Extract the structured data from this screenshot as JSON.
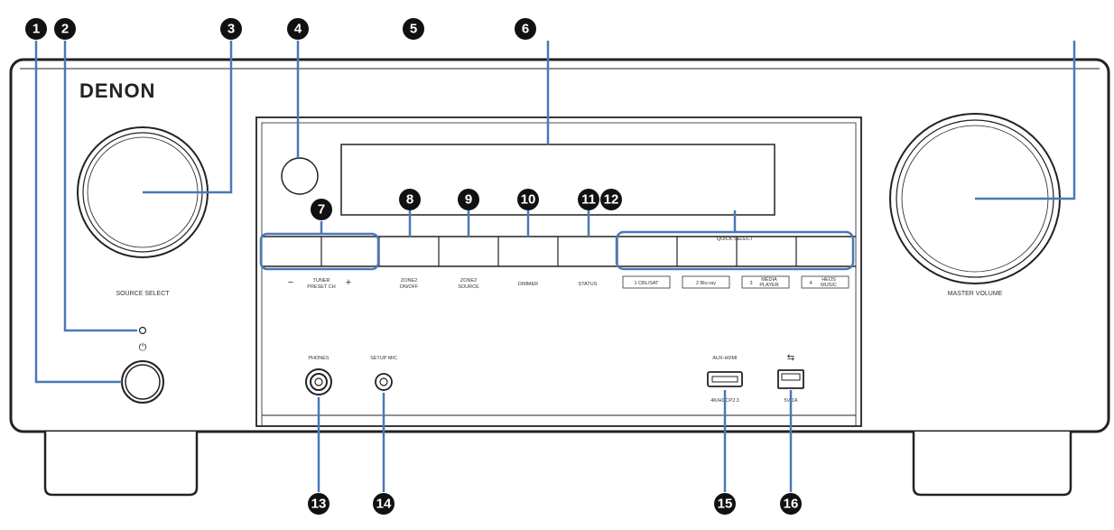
{
  "brand": "DENON",
  "colors": {
    "callout_line": "#4a78b8",
    "callout_badge": "#111111",
    "outline": "#222222"
  },
  "labels": {
    "source_select": "SOURCE SELECT",
    "master_volume": "MASTER VOLUME",
    "tuner_preset": "TUNER",
    "preset_ch": "PRESET CH",
    "minus": "−",
    "plus": "+",
    "zone2_onoff_top": "ZONE2",
    "zone2_onoff_bottom": "ON/OFF",
    "zone2_source_top": "ZONE2",
    "zone2_source_bottom": "SOURCE",
    "dimmer": "DIMMER",
    "status": "STATUS",
    "quick_select": "QUICK SELECT",
    "qs1": "1  CBL/SAT",
    "qs2": "2  Blu-ray",
    "qs3a": "MEDIA",
    "qs3b": "PLAYER",
    "qs4a": "HEOS",
    "qs4b": "MUSIC",
    "qs3_num": "3",
    "qs4_num": "4",
    "phones": "PHONES",
    "setup_mic": "SETUP MIC",
    "aux_hdmi": "AUX-HDMI",
    "hdcp": "4K/HDCP2.3",
    "usb_rating": "5V/1A",
    "usb_symbol": "⇆",
    "power_symbol": "⏻"
  },
  "callouts": [
    "1",
    "2",
    "3",
    "4",
    "5",
    "6",
    "7",
    "8",
    "9",
    "10",
    "11",
    "12",
    "13",
    "14",
    "15",
    "16"
  ]
}
